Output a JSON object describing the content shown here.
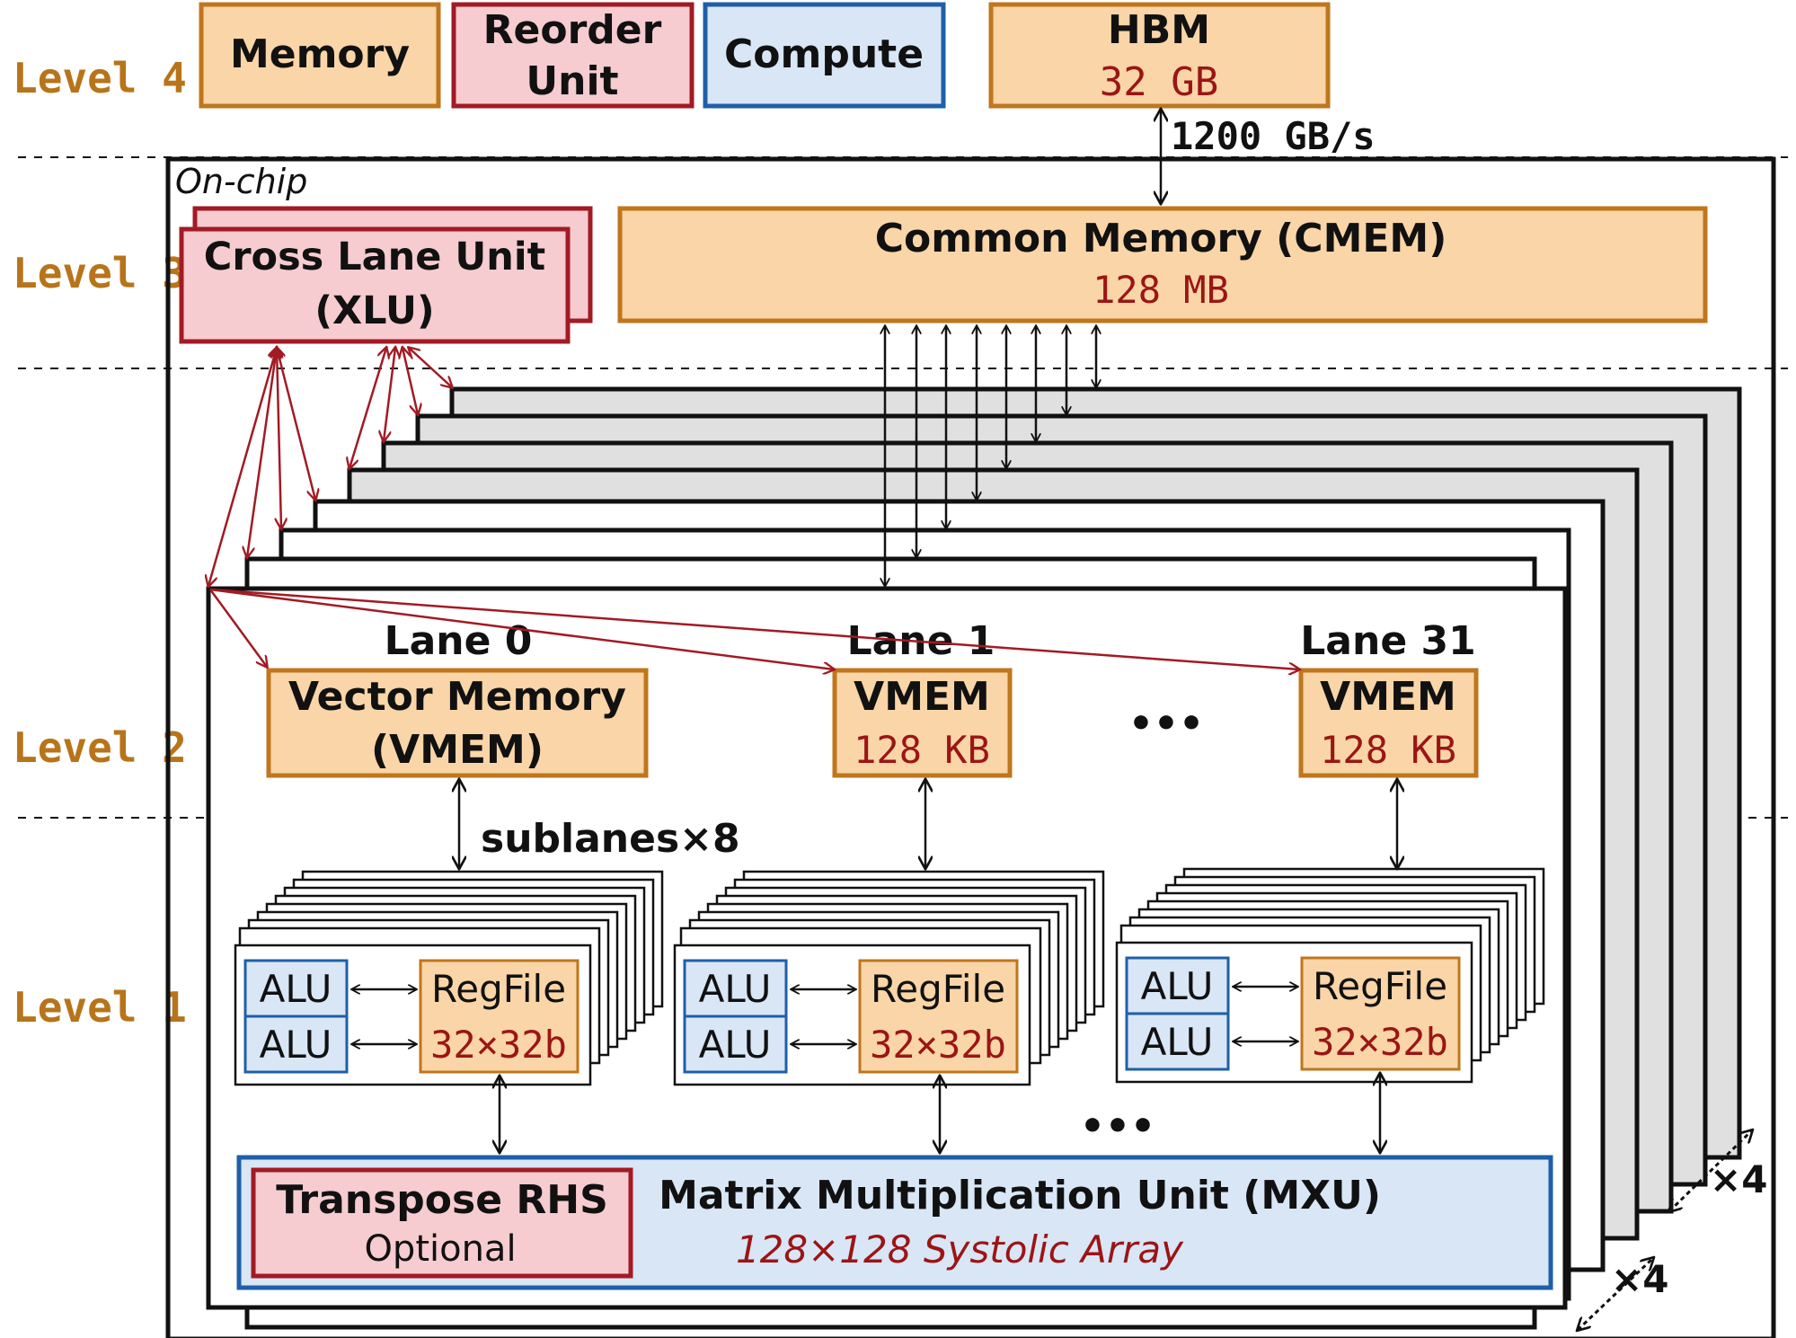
{
  "levels": [
    "Level 4",
    "Level 3",
    "Level 2",
    "Level 1"
  ],
  "legend": {
    "memory": "Memory",
    "reorder_line1": "Reorder",
    "reorder_line2": "Unit",
    "compute": "Compute"
  },
  "hbm": {
    "title": "HBM",
    "size": "32 GB",
    "bandwidth": "1200 GB/s"
  },
  "onchip_label": "On-chip",
  "xlu": {
    "line1": "Cross Lane Unit",
    "line2": "(XLU)"
  },
  "cmem": {
    "title": "Common Memory (CMEM)",
    "size": "128 MB"
  },
  "lanes": {
    "lane0": {
      "label": "Lane 0",
      "line1": "Vector Memory",
      "line2": "(VMEM)"
    },
    "lane1": {
      "label": "Lane 1",
      "line1": "VMEM",
      "line2": "128 KB"
    },
    "lane31": {
      "label": "Lane 31",
      "line1": "VMEM",
      "line2": "128 KB"
    },
    "ellipsis": "•••"
  },
  "sublanes": "sublanes×8",
  "alu": "ALU",
  "regfile": {
    "title": "RegFile",
    "size": "32×32b"
  },
  "mxu": {
    "title": "Matrix Multiplication Unit (MXU)",
    "subtitle": "128×128 Systolic Array",
    "transpose_title": "Transpose RHS",
    "transpose_sub": "Optional"
  },
  "multipliers": {
    "inner": "×4",
    "outer": "×4"
  },
  "colors": {
    "memory_fill": "#f9d5a7",
    "memory_stroke": "#c0761c",
    "reorder_fill": "#f6ccd0",
    "reorder_stroke": "#a21a24",
    "compute_fill": "#d9e6f6",
    "compute_stroke": "#1f5fa8",
    "level_text": "#b8741a",
    "red_text": "#9b1515",
    "stack_gray": "#e0e0e0"
  }
}
